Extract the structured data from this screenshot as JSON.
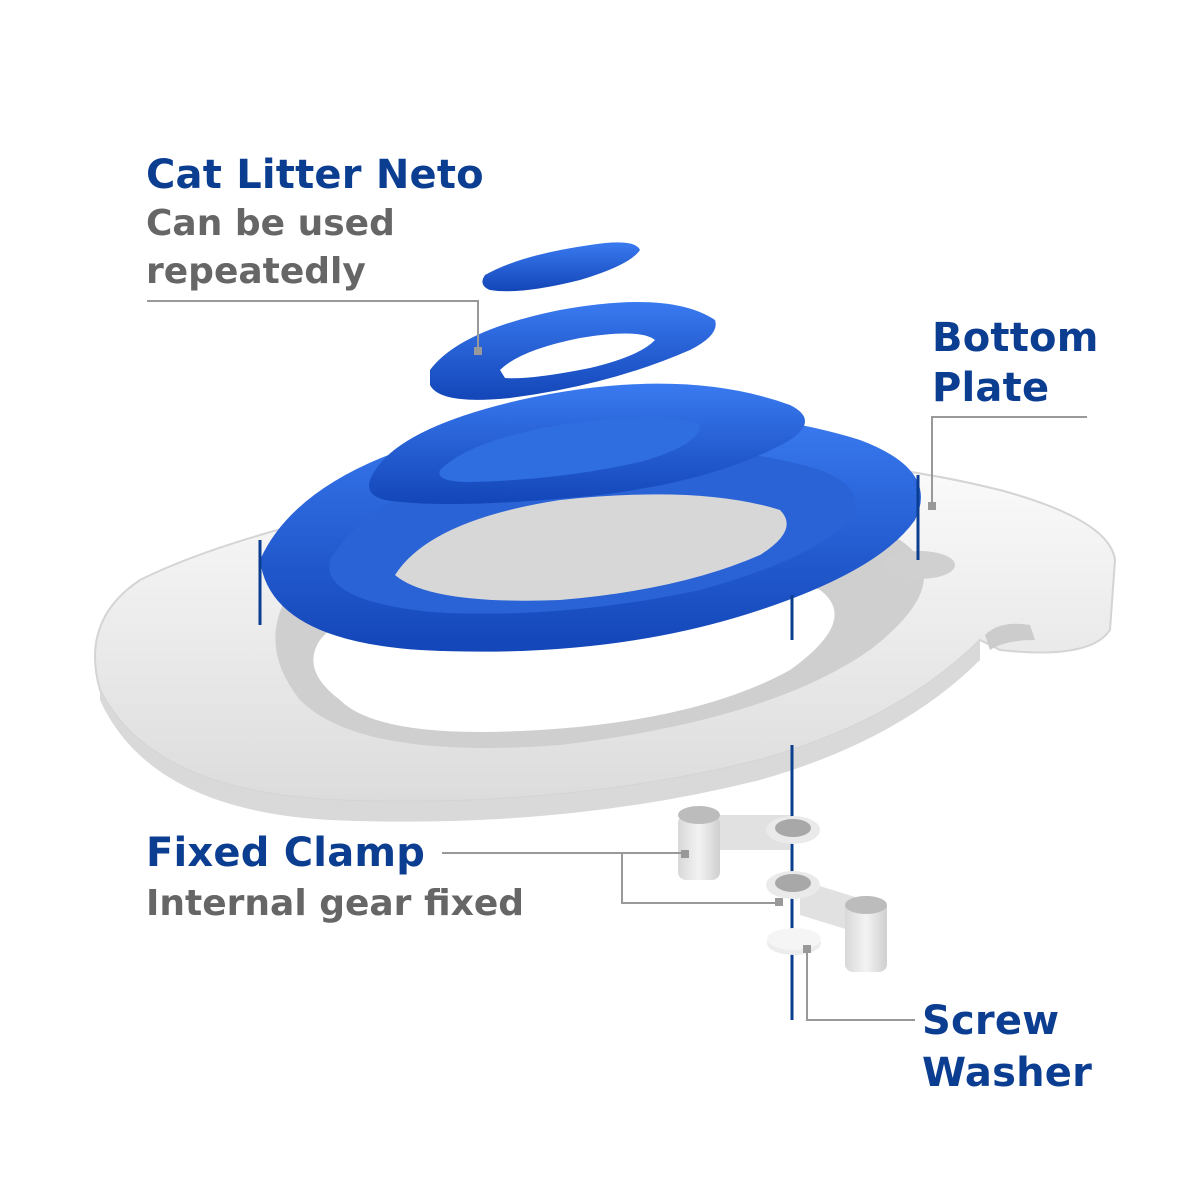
{
  "labels": {
    "cat_litter": {
      "title": "Cat Litter Neto",
      "sub_line1": "Can be used",
      "sub_line2": "repeatedly"
    },
    "bottom_plate": {
      "title_line1": "Bottom",
      "title_line2": "Plate"
    },
    "fixed_clamp": {
      "title": "Fixed Clamp",
      "sub": "Internal gear fixed"
    },
    "screw_washer": {
      "title_line1": "Screw",
      "title_line2": "Washer"
    }
  },
  "colors": {
    "title": "#0b3d91",
    "subtitle": "#666666",
    "part_blue": "#1f5fd6",
    "part_blue_dark": "#123f9e",
    "plate_white": "#f2f2f2",
    "leader_line": "#999999",
    "axis_line": "#0b3d91"
  }
}
